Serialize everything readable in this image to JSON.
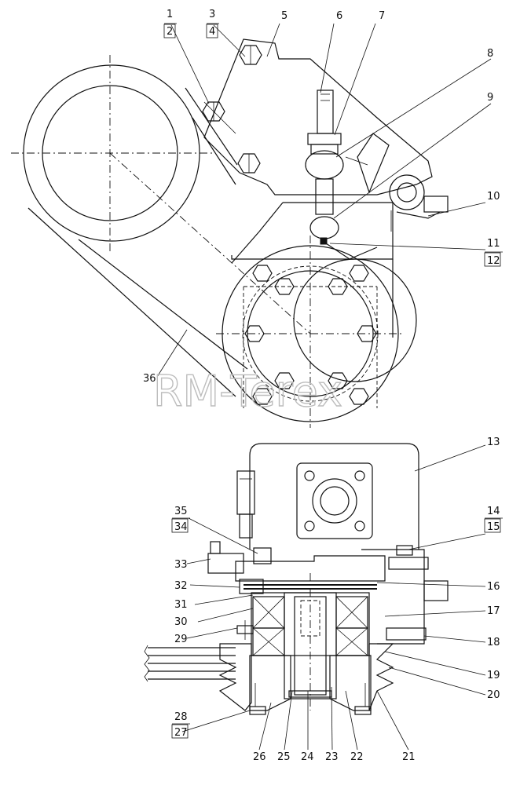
{
  "watermark": "RM-Terex",
  "callouts": [
    {
      "id": "c1",
      "text": "1"
    },
    {
      "id": "c2",
      "text": "2"
    },
    {
      "id": "c3",
      "text": "3"
    },
    {
      "id": "c4",
      "text": "4"
    },
    {
      "id": "c5",
      "text": "5"
    },
    {
      "id": "c6",
      "text": "6"
    },
    {
      "id": "c7",
      "text": "7"
    },
    {
      "id": "c8",
      "text": "8"
    },
    {
      "id": "c9",
      "text": "9"
    },
    {
      "id": "c10",
      "text": "10"
    },
    {
      "id": "c11",
      "text": "11"
    },
    {
      "id": "c12",
      "text": "12"
    },
    {
      "id": "c13",
      "text": "13"
    },
    {
      "id": "c14",
      "text": "14"
    },
    {
      "id": "c15",
      "text": "15"
    },
    {
      "id": "c16",
      "text": "16"
    },
    {
      "id": "c17",
      "text": "17"
    },
    {
      "id": "c18",
      "text": "18"
    },
    {
      "id": "c19",
      "text": "19"
    },
    {
      "id": "c20",
      "text": "20"
    },
    {
      "id": "c21",
      "text": "21"
    },
    {
      "id": "c22",
      "text": "22"
    },
    {
      "id": "c23",
      "text": "23"
    },
    {
      "id": "c24",
      "text": "24"
    },
    {
      "id": "c25",
      "text": "25"
    },
    {
      "id": "c26",
      "text": "26"
    },
    {
      "id": "c27",
      "text": "27"
    },
    {
      "id": "c28",
      "text": "28"
    },
    {
      "id": "c29",
      "text": "29"
    },
    {
      "id": "c30",
      "text": "30"
    },
    {
      "id": "c31",
      "text": "31"
    },
    {
      "id": "c32",
      "text": "32"
    },
    {
      "id": "c33",
      "text": "33"
    },
    {
      "id": "c34",
      "text": "34"
    },
    {
      "id": "c35",
      "text": "35"
    },
    {
      "id": "c36",
      "text": "36"
    }
  ]
}
